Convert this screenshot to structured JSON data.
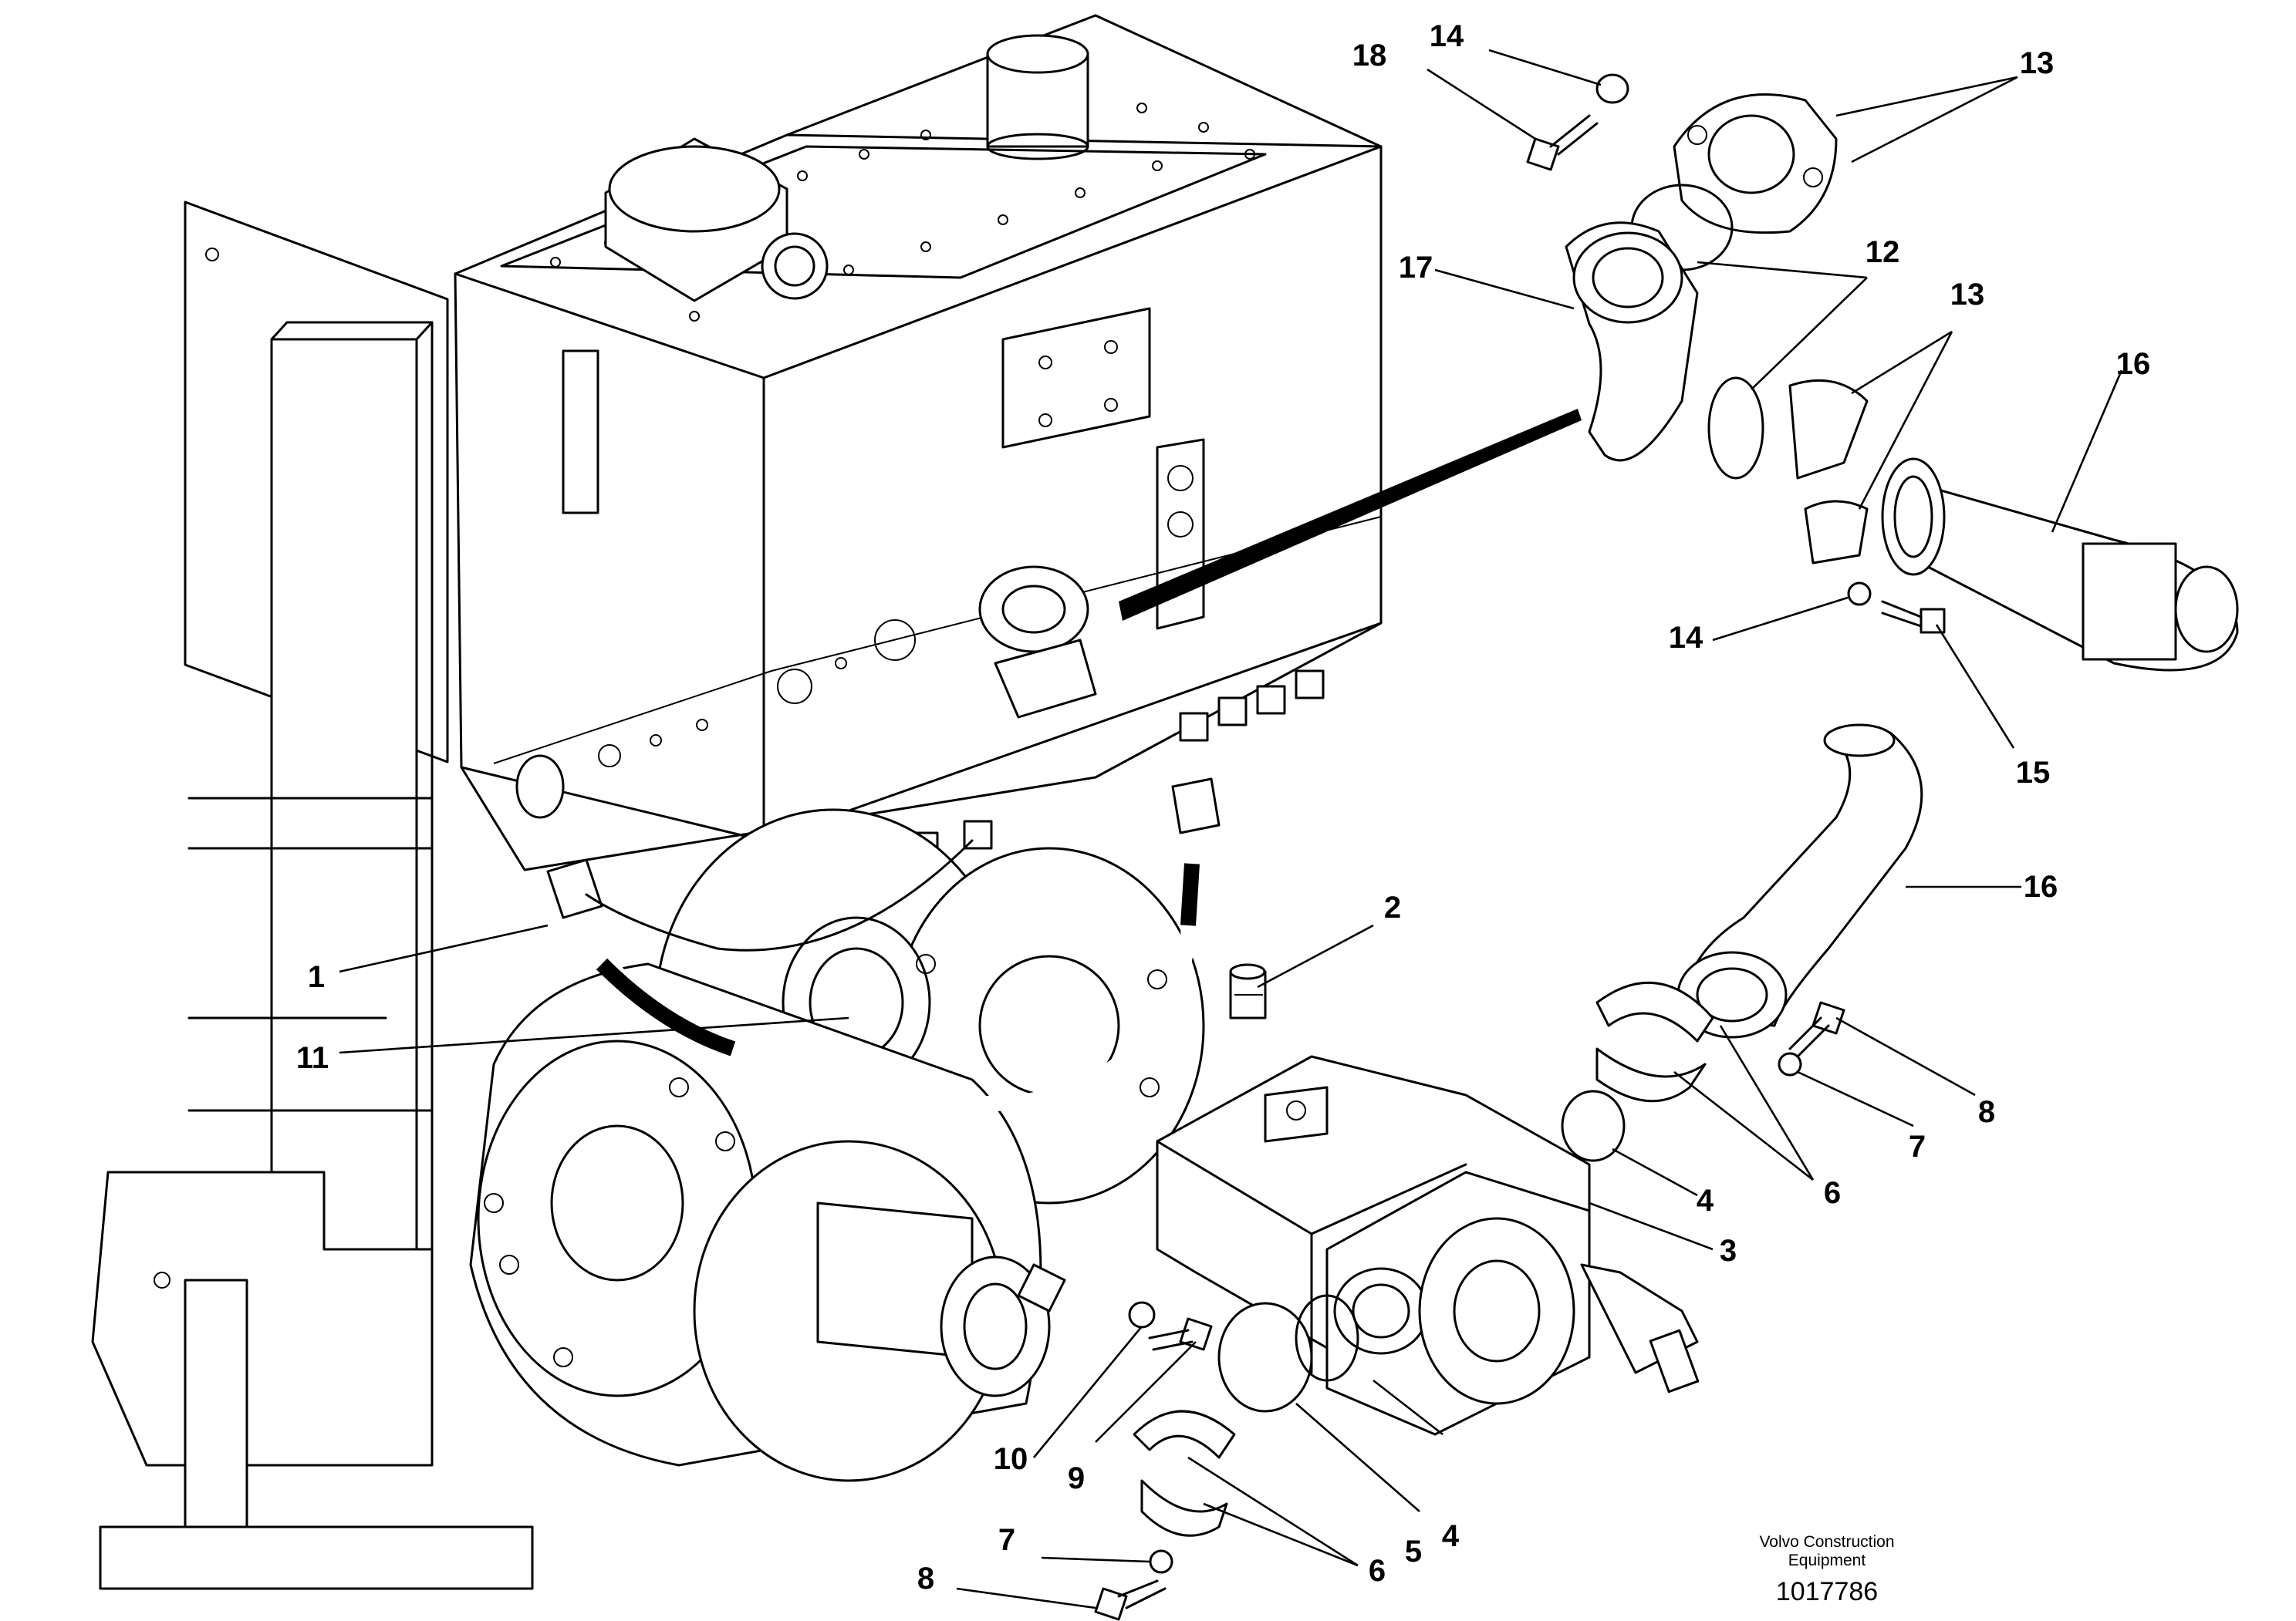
{
  "callouts": {
    "c1": "1",
    "c2": "2",
    "c3": "3",
    "c4a": "4",
    "c4b": "4",
    "c5": "5",
    "c6a": "6",
    "c6b": "6",
    "c7a": "7",
    "c7b": "7",
    "c8a": "8",
    "c8b": "8",
    "c9": "9",
    "c10": "10",
    "c11": "11",
    "c12": "12",
    "c13a": "13",
    "c13b": "13",
    "c14a": "14",
    "c14b": "14",
    "c15": "15",
    "c16a": "16",
    "c16b": "16",
    "c17": "17",
    "c18": "18"
  },
  "credit": {
    "line1": "Volvo Construction",
    "line2": "Equipment"
  },
  "document_number": "1017786"
}
